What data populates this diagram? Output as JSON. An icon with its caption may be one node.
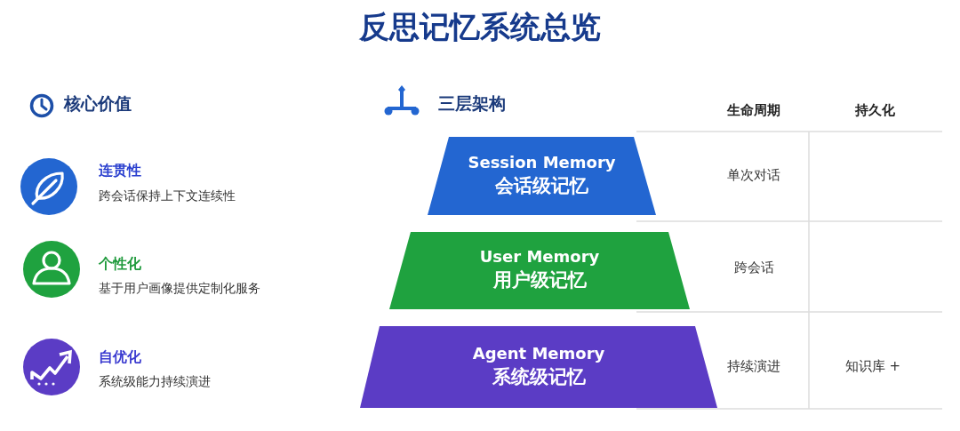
{
  "diagram": {
    "title": "反思记忆系统总览",
    "nodes": [
      {
        "text": [
          "Session Memory",
          "会话级记忆"
        ]
      },
      {
        "text": [
          "User Memory",
          "用户级记忆"
        ]
      },
      {
        "text": [
          "Agent Memory",
          "系统级记忆"
        ]
      }
    ],
    "labels": [
      "核心价值",
      "连贯性",
      "跨会话保持上下文连续性",
      "个性化",
      "基于用户画像提供定制化服务",
      "自优化",
      "系统级能力持续演进",
      "三层架构",
      "生命周期",
      "持久化",
      "单次对话",
      "跨会话",
      "持续演进",
      "知识库 +"
    ]
  }
}
